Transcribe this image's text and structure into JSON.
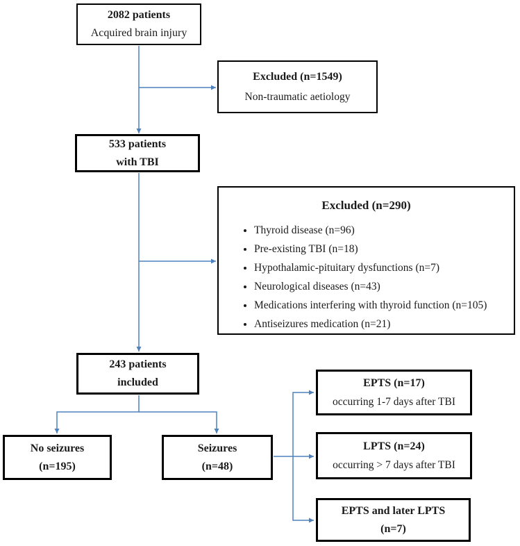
{
  "colors": {
    "connector": "#4F81BD",
    "box_border": "#000000",
    "text": "#1a1a1a",
    "background": "#ffffff"
  },
  "nodes": {
    "abi": {
      "line1": "2082 patients",
      "line2": "Acquired brain injury"
    },
    "excluded_non_traumatic": {
      "title": "Excluded (n=1549)",
      "subtitle": "Non-traumatic aetiology"
    },
    "tbi": {
      "line1": "533 patients",
      "line2": "with TBI"
    },
    "excluded_reasons": {
      "title": "Excluded (n=290)",
      "items": [
        "Thyroid disease (n=96)",
        "Pre-existing TBI (n=18)",
        "Hypothalamic-pituitary dysfunctions (n=7)",
        "Neurological diseases (n=43)",
        "Medications interfering with thyroid function (n=105)",
        "Antiseizures medication (n=21)"
      ]
    },
    "included": {
      "line1": "243 patients",
      "line2": "included"
    },
    "no_seizures": {
      "line1": "No seizures",
      "line2": "(n=195)"
    },
    "seizures": {
      "line1": "Seizures",
      "line2": "(n=48)"
    },
    "epts": {
      "title": "EPTS (n=17)",
      "subtitle": "occurring 1-7 days after TBI"
    },
    "lpts": {
      "title": "LPTS (n=24)",
      "subtitle": "occurring > 7 days after TBI"
    },
    "epts_and_lpts": {
      "line1": "EPTS and later LPTS",
      "line2": "(n=7)"
    }
  }
}
